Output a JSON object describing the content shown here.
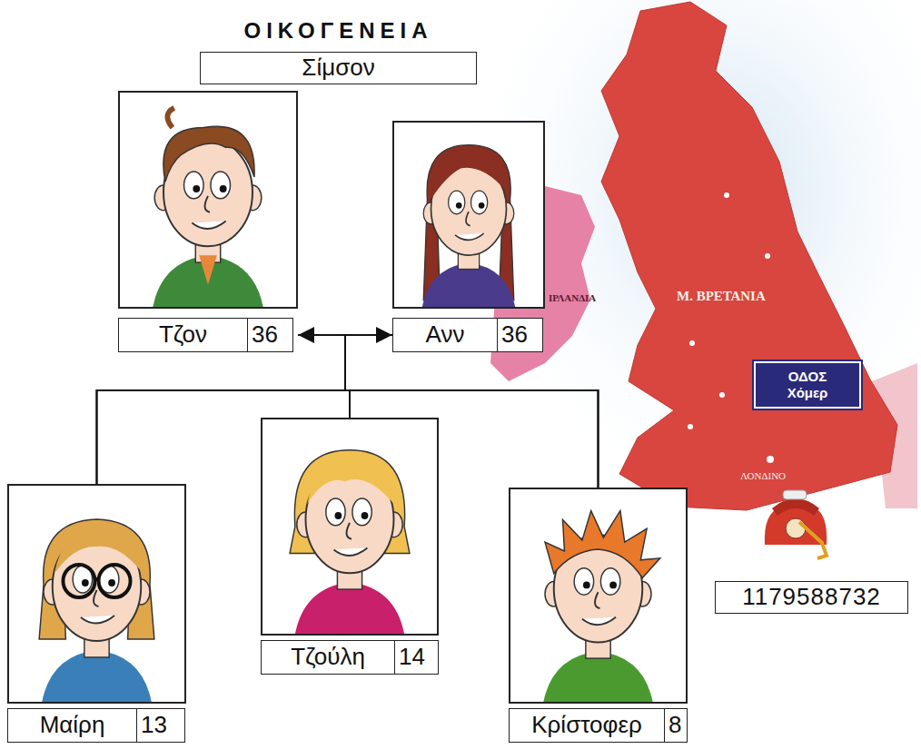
{
  "diagram": {
    "title": "ΟΙΚΟΓΕΝΕΙΑ",
    "nodes": [
      {
        "text": [
          "Σίμσον"
        ]
      },
      {
        "text": [
          "Τζον",
          "36"
        ]
      },
      {
        "text": [
          "Ανν",
          "36"
        ]
      },
      {
        "text": [
          "ΟΔΟΣ Χόμερ"
        ]
      },
      {
        "text": [
          "Μαίρη",
          "13"
        ]
      },
      {
        "text": [
          "Τζούλη",
          "14"
        ]
      },
      {
        "text": [
          "Κρίστοφερ",
          "8"
        ]
      },
      {
        "text": [
          "1179588732"
        ]
      }
    ],
    "edges": [
      {
        "from": 1,
        "to": 2,
        "arrow": "both"
      },
      {
        "from": 1,
        "to": 4,
        "arrow": "none"
      },
      {
        "from": 1,
        "to": 5,
        "arrow": "none"
      },
      {
        "from": 1,
        "to": 6,
        "arrow": "none"
      },
      {
        "from": 2,
        "to": 4,
        "arrow": "none"
      },
      {
        "from": 2,
        "to": 5,
        "arrow": "none"
      },
      {
        "from": 2,
        "to": 6,
        "arrow": "none"
      }
    ],
    "labels": [
      "Μ. ΒΡΕΤΑΝΙΑ",
      "ΙΡΛΑΝΔΙΑ",
      "ΛΟΝΔΙΝΟ"
    ]
  }
}
